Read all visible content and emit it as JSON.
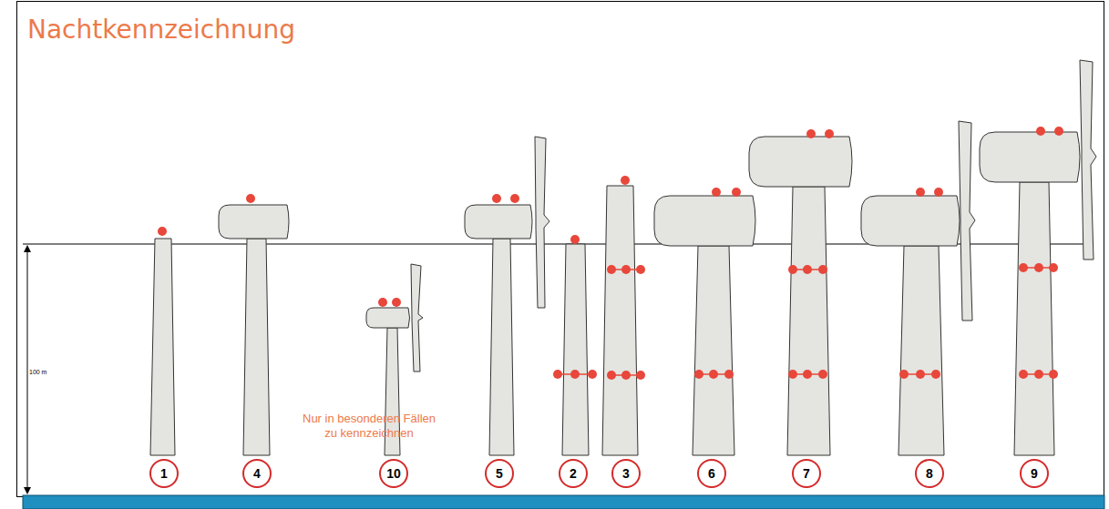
{
  "diagram": {
    "title": "Nachtkennzeichnung",
    "nodes": [
      {
        "text": [
          "1"
        ]
      },
      {
        "text": [
          "4"
        ]
      },
      {
        "text": [
          "10"
        ]
      },
      {
        "text": [
          "5"
        ]
      },
      {
        "text": [
          "2"
        ]
      },
      {
        "text": [
          "3"
        ]
      },
      {
        "text": [
          "6"
        ]
      },
      {
        "text": [
          "7"
        ]
      },
      {
        "text": [
          "8"
        ]
      },
      {
        "text": [
          "9"
        ]
      }
    ],
    "labels": [
      "100 m",
      "Nur in besonderen Fällen zu kennzeichnen"
    ]
  }
}
